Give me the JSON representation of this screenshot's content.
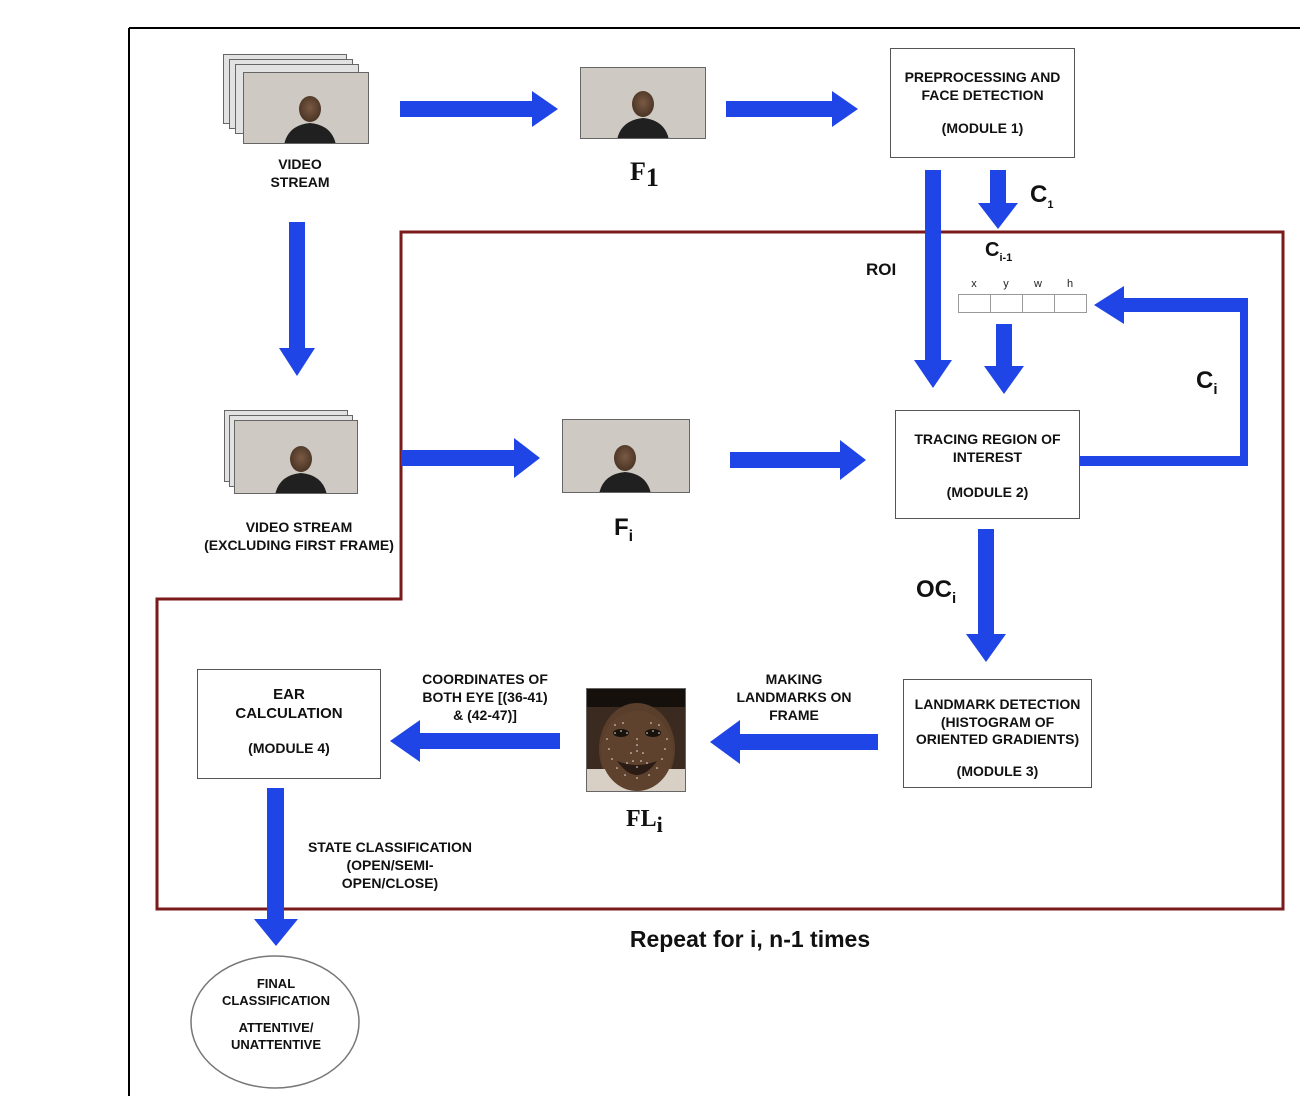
{
  "diagram": {
    "video_stream_label": "VIDEO\nSTREAM",
    "video_stream_rest_label": "VIDEO STREAM\n(EXCLUDING FIRST FRAME)",
    "f1_label": "F",
    "f1_sub": "1",
    "fi_label": "F",
    "fi_sub": "i",
    "fli_label": "FL",
    "fli_sub": "i",
    "module1": {
      "title": "PREPROCESSING AND\nFACE DETECTION",
      "module": "(MODULE  1)"
    },
    "module2": {
      "title": "TRACING REGION OF\nINTEREST",
      "module": "(MODULE  2)"
    },
    "module3": {
      "title": "LANDMARK DETECTION\n(HISTOGRAM OF\nORIENTED GRADIENTS)",
      "module": "(MODULE 3)"
    },
    "module4": {
      "title": "EAR\nCALCULATION",
      "module": "(MODULE 4)"
    },
    "final": {
      "title": "FINAL\nCLASSIFICATION",
      "result": "ATTENTIVE/\nUNATTENTIVE"
    },
    "c1_label": "C",
    "c1_sub": "1",
    "ci_1_label": "C",
    "ci_1_sub": "i-1",
    "ci_label": "C",
    "ci_sub": "i",
    "oci_label": "OC",
    "oci_sub": "i",
    "roi_label": "ROI",
    "coord_headers": [
      "x",
      "y",
      "w",
      "h"
    ],
    "making_landmarks_label": "MAKING\nLANDMARKS ON\nFRAME",
    "coordinates_label": "COORDINATES OF\nBOTH EYE [(36-41)\n& (42-47)]",
    "state_classification_label": "STATE CLASSIFICATION\n(OPEN/SEMI-\nOPEN/CLOSE)",
    "repeat_label": "Repeat for i, n-1 times"
  },
  "colors": {
    "arrow": "#1f45e6",
    "loop_border": "#7a1a1a",
    "frame_border": "#000000"
  }
}
